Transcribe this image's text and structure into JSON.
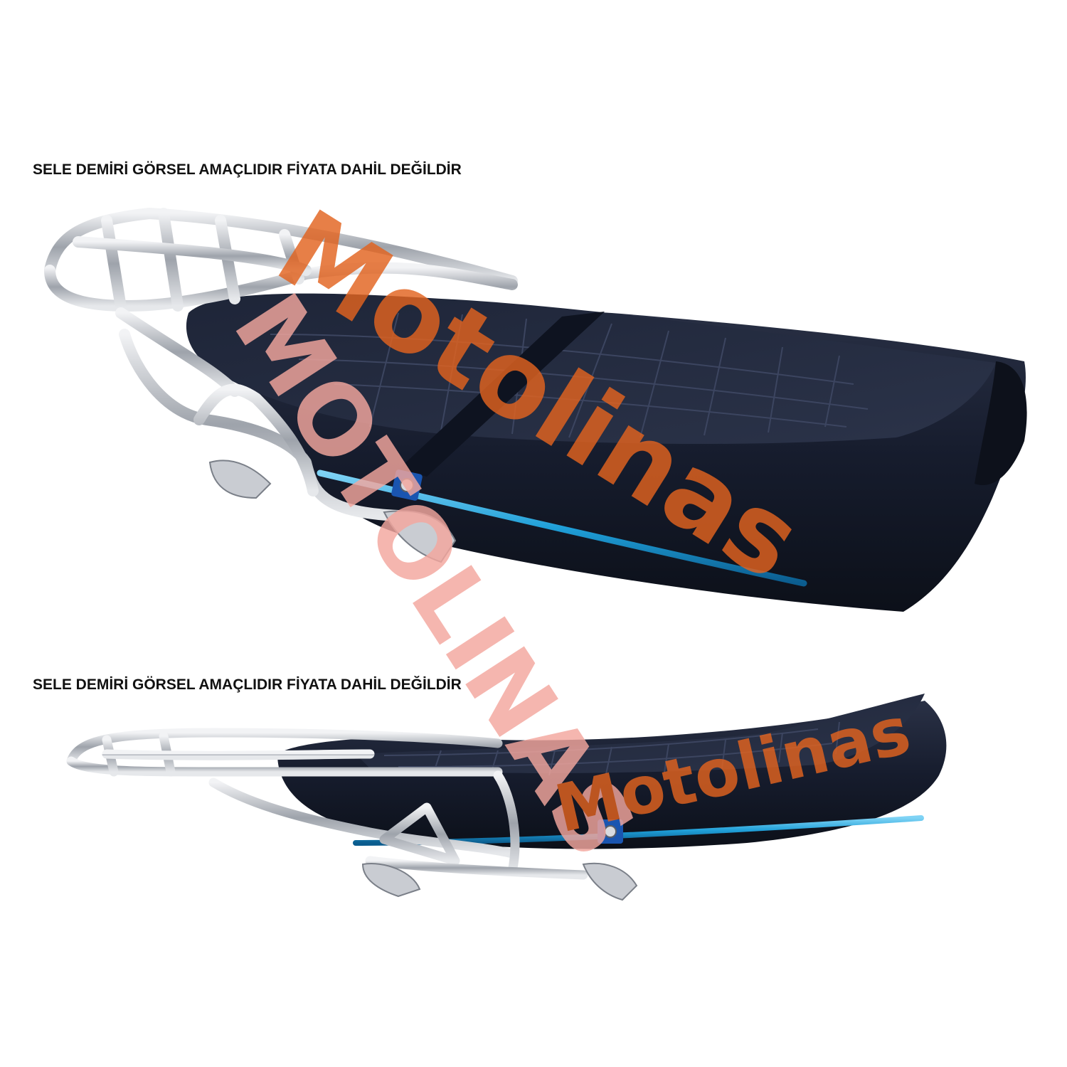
{
  "captions": {
    "top": "SELE DEMİRİ GÖRSEL AMAÇLIDIR FİYATA DAHİL DEĞİLDİR",
    "bottom": "SELE DEMİRİ GÖRSEL AMAÇLIDIR FİYATA DAHİL DEĞİLDİR"
  },
  "watermarks": {
    "brand_large": "Motolinas",
    "brand_caps": "MOTOLINAS",
    "brand_small": "Motolinas"
  },
  "colors": {
    "seat_vinyl": "#151b2c",
    "chrome": "#c9ccd2",
    "blue_trim": "#1f9fd8",
    "watermark_orange": "#e2631f",
    "watermark_pink": "#f4a79e"
  }
}
